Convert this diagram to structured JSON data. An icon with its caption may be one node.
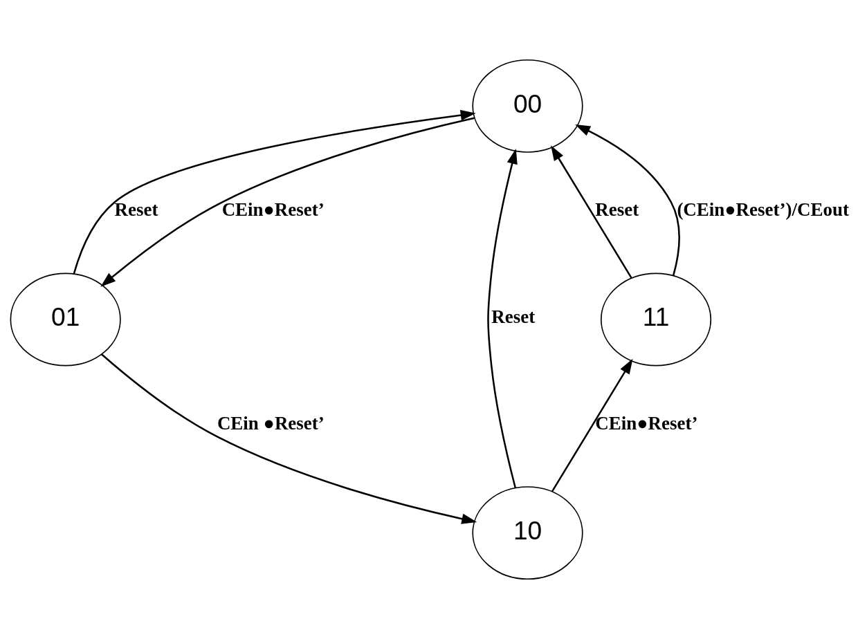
{
  "diagram": {
    "nodes": [
      {
        "text": [
          "00"
        ]
      },
      {
        "text": [
          "01"
        ]
      },
      {
        "text": [
          "10"
        ]
      },
      {
        "text": [
          "11"
        ]
      }
    ],
    "edges": [
      {
        "from": 0,
        "to": 1,
        "arrow": "to",
        "label": "CEin●Reset’"
      },
      {
        "from": 1,
        "to": 0,
        "arrow": "to",
        "label": "Reset"
      },
      {
        "from": 1,
        "to": 2,
        "arrow": "to",
        "label": "CEin ●Reset’"
      },
      {
        "from": 2,
        "to": 0,
        "arrow": "to",
        "label": "Reset"
      },
      {
        "from": 2,
        "to": 3,
        "arrow": "to",
        "label": "CEin●Reset’"
      },
      {
        "from": 3,
        "to": 0,
        "arrow": "to",
        "label": "Reset"
      },
      {
        "from": 3,
        "to": 0,
        "arrow": "to",
        "label": "(CEin●Reset’)/CEout"
      }
    ]
  }
}
